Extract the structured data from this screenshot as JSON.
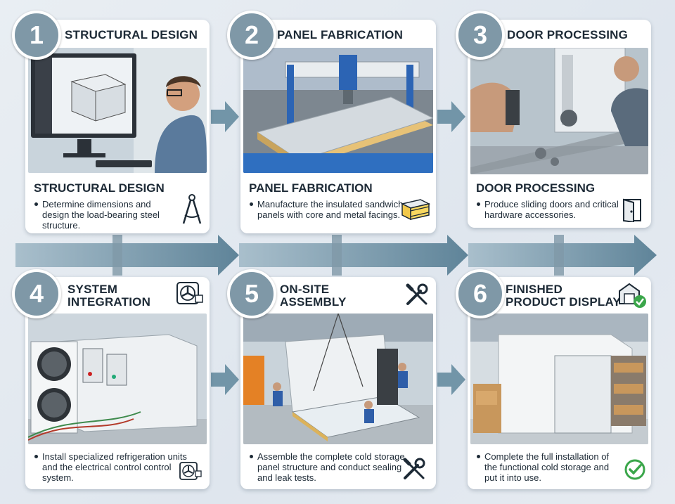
{
  "colors": {
    "badge": "#7f98a7",
    "arrow": "#6f8fa2",
    "text": "#1d2a36"
  },
  "steps": [
    {
      "num": "1",
      "heading": "STRUCTURAL DESIGN",
      "title": "STRUCTURAL DESIGN",
      "desc": "Determine dimensions and design the load-bearing steel structure.",
      "icon": "drafting-compass-icon"
    },
    {
      "num": "2",
      "heading": "PANEL FABRICATION",
      "title": "PANEL FABRICATION",
      "desc": "Manufacture the insulated sandwich panels with core and metal facings.",
      "icon": "sandwich-panel-icon"
    },
    {
      "num": "3",
      "heading": "DOOR PROCESSING",
      "title": "DOOR PROCESSING",
      "desc": "Produce sliding doors and critical hardware accessories.",
      "icon": "door-icon"
    },
    {
      "num": "4",
      "heading_l1": "SYSTEM",
      "heading_l2": "INTEGRATION",
      "desc": "Install specialized refrigeration units and the electrical control control system.",
      "icon": "fan-chip-icon"
    },
    {
      "num": "5",
      "heading_l1": "ON-SITE",
      "heading_l2": "ASSEMBLY",
      "desc": "Assemble the complete cold storage panel structure and conduct sealing and leak tests.",
      "icon": "wrench-screwdriver-icon"
    },
    {
      "num": "6",
      "heading_l1": "FINISHED",
      "heading_l2": "PRODUCT DISPLAY",
      "desc": "Complete the full installation of the functional cold storage and put it into use.",
      "icon": "check-circle-icon"
    }
  ]
}
